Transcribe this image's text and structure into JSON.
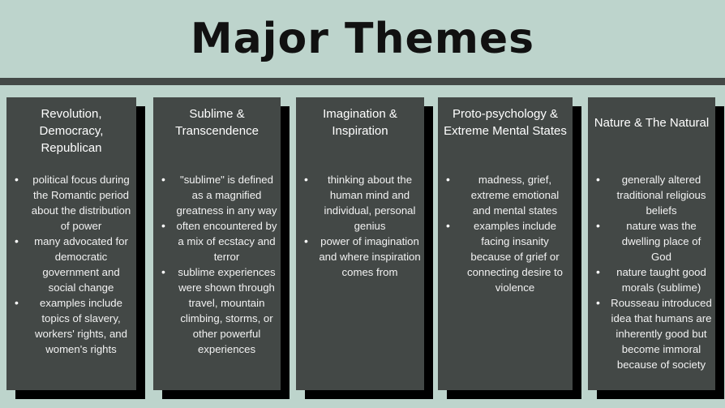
{
  "page": {
    "title": "Major Themes"
  },
  "colors": {
    "background": "#bdd4cc",
    "card": "#434846",
    "shadow": "#000000",
    "text": "#ffffff",
    "title": "#111111"
  },
  "cards": [
    {
      "title": "Revolution, Democracy, Republican",
      "bullets": [
        "political focus during the Romantic period about the distribution of power",
        "many advocated for democratic government and social change",
        "examples include topics of slavery, workers' rights, and women's rights"
      ]
    },
    {
      "title": "Sublime & Transcendence",
      "bullets": [
        "\"sublime\" is defined as a magnified greatness in any way",
        "often encountered by a mix of ecstacy and terror",
        "sublime experiences were shown through travel, mountain climbing, storms, or other powerful experiences"
      ]
    },
    {
      "title": "Imagination & Inspiration",
      "bullets": [
        "thinking about the human mind and individual, personal genius",
        "power of imagination and where inspiration comes from"
      ]
    },
    {
      "title": "Proto-psychology & Extreme Mental States",
      "bullets": [
        "madness, grief, extreme emotional and mental states",
        "examples include facing insanity because of grief or connecting desire to violence"
      ]
    },
    {
      "title": "Nature & The Natural",
      "bullets": [
        "generally altered traditional religious beliefs",
        "nature was the dwelling place of God",
        "nature taught good morals (sublime)",
        "Rousseau introduced idea that humans are inherently good but become immoral because of society"
      ]
    }
  ]
}
